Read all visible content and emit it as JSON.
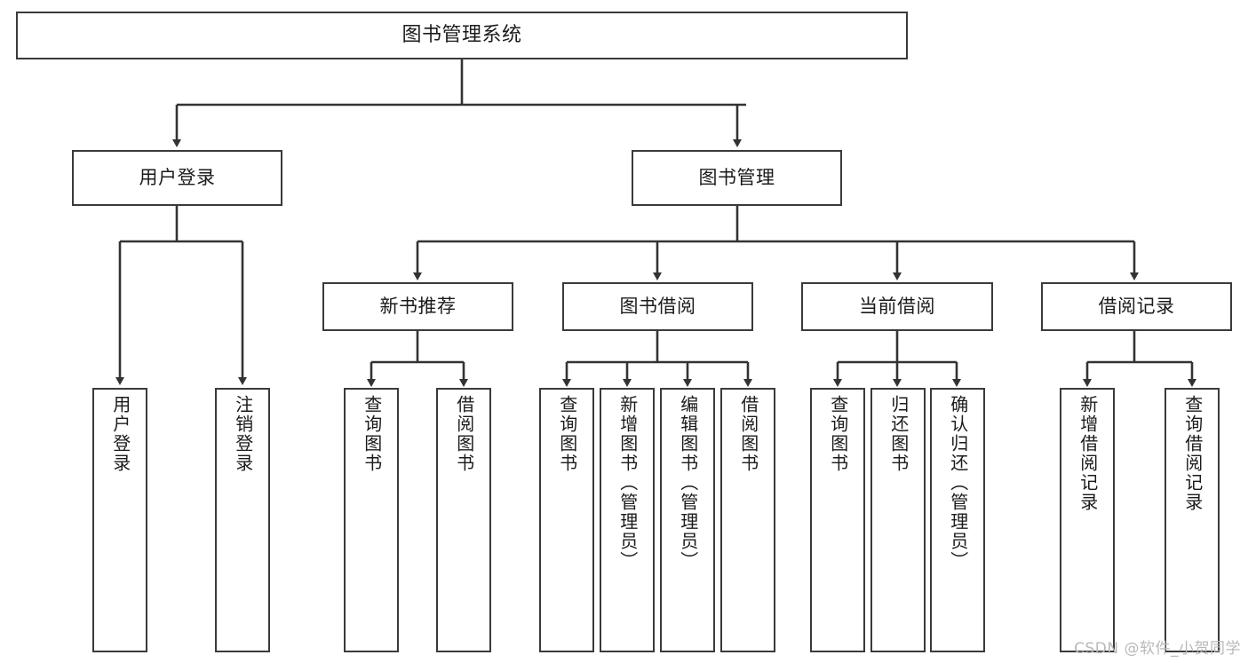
{
  "diagram": {
    "title": "图书管理系统",
    "type": "tree",
    "watermark": "CSDN @软件_小贺同学",
    "colors": {
      "box_border": "#3a3a3a",
      "box_fill": "#ffffff",
      "edge": "#333333",
      "text": "#1b1b1b",
      "watermark": "#b9b9b9"
    },
    "levels": {
      "root": [
        "图书管理系统"
      ],
      "level2": [
        "用户登录",
        "图书管理"
      ],
      "level3": [
        "新书推荐",
        "图书借阅",
        "当前借阅",
        "借阅记录"
      ],
      "level4": [
        "用户登录",
        "注销登录",
        "查询图书",
        "借阅图书",
        "查询图书",
        "新增图书（管理员）",
        "编辑图书（管理员）",
        "借阅图书",
        "查询图书",
        "归还图书",
        "确认归还（管理员）",
        "新增借阅记录",
        "查询借阅记录"
      ]
    },
    "nodes": {
      "root": {
        "label": "图书管理系统"
      },
      "user_login": {
        "label": "用户登录"
      },
      "book_mgmt": {
        "label": "图书管理"
      },
      "new_book_rec": {
        "label": "新书推荐"
      },
      "book_borrow": {
        "label": "图书借阅"
      },
      "current_borrow": {
        "label": "当前借阅"
      },
      "borrow_record": {
        "label": "借阅记录"
      },
      "leaf_user_login": {
        "label": "用户登录"
      },
      "leaf_logout": {
        "label": "注销登录"
      },
      "leaf_query_book_1": {
        "label": "查询图书"
      },
      "leaf_borrow_book_1": {
        "label": "借阅图书"
      },
      "leaf_query_book_2": {
        "label": "查询图书"
      },
      "leaf_add_book_admin": {
        "label": "新增图书（管理员）"
      },
      "leaf_edit_book_admin": {
        "label": "编辑图书（管理员）"
      },
      "leaf_borrow_book_2": {
        "label": "借阅图书"
      },
      "leaf_query_book_3": {
        "label": "查询图书"
      },
      "leaf_return_book": {
        "label": "归还图书"
      },
      "leaf_confirm_return_admin": {
        "label": "确认归还（管理员）"
      },
      "leaf_add_borrow_record": {
        "label": "新增借阅记录"
      },
      "leaf_query_borrow_record": {
        "label": "查询借阅记录"
      }
    },
    "edges": [
      {
        "from": "root",
        "to": "user_login"
      },
      {
        "from": "root",
        "to": "book_mgmt"
      },
      {
        "from": "user_login",
        "to": "leaf_user_login"
      },
      {
        "from": "user_login",
        "to": "leaf_logout"
      },
      {
        "from": "book_mgmt",
        "to": "new_book_rec"
      },
      {
        "from": "book_mgmt",
        "to": "book_borrow"
      },
      {
        "from": "book_mgmt",
        "to": "current_borrow"
      },
      {
        "from": "book_mgmt",
        "to": "borrow_record"
      },
      {
        "from": "new_book_rec",
        "to": "leaf_query_book_1"
      },
      {
        "from": "new_book_rec",
        "to": "leaf_borrow_book_1"
      },
      {
        "from": "book_borrow",
        "to": "leaf_query_book_2"
      },
      {
        "from": "book_borrow",
        "to": "leaf_add_book_admin"
      },
      {
        "from": "book_borrow",
        "to": "leaf_edit_book_admin"
      },
      {
        "from": "book_borrow",
        "to": "leaf_borrow_book_2"
      },
      {
        "from": "current_borrow",
        "to": "leaf_query_book_3"
      },
      {
        "from": "current_borrow",
        "to": "leaf_return_book"
      },
      {
        "from": "current_borrow",
        "to": "leaf_confirm_return_admin"
      },
      {
        "from": "borrow_record",
        "to": "leaf_add_borrow_record"
      },
      {
        "from": "borrow_record",
        "to": "leaf_query_borrow_record"
      }
    ]
  }
}
